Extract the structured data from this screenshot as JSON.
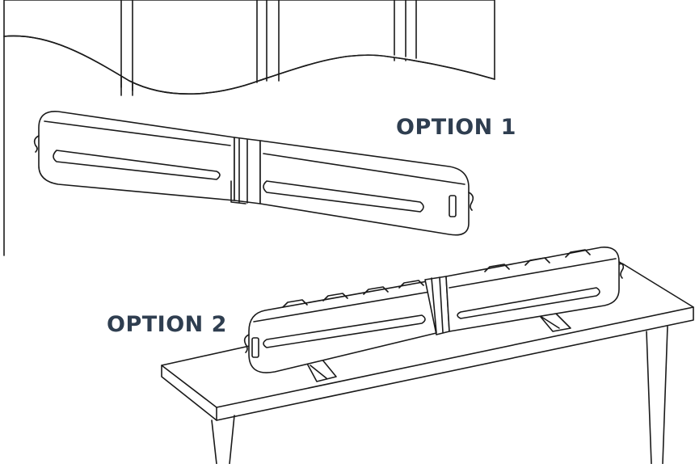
{
  "labels": {
    "option_1": "OPTION 1",
    "option_2": "OPTION 2"
  },
  "colors": {
    "label_text": "#2f3e50",
    "line_art": "#1a1a1a",
    "background": "#ffffff"
  },
  "illustration": {
    "option_1_mount": "wall",
    "option_2_mount": "table"
  }
}
